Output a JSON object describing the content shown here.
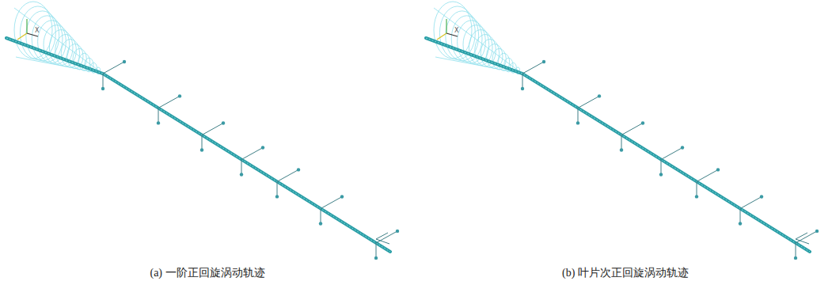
{
  "diagram": {
    "labels": [
      "X",
      "(a) 一阶正回旋涡动轨迹",
      "X",
      "(b) 叶片次正回旋涡动轨迹"
    ]
  }
}
